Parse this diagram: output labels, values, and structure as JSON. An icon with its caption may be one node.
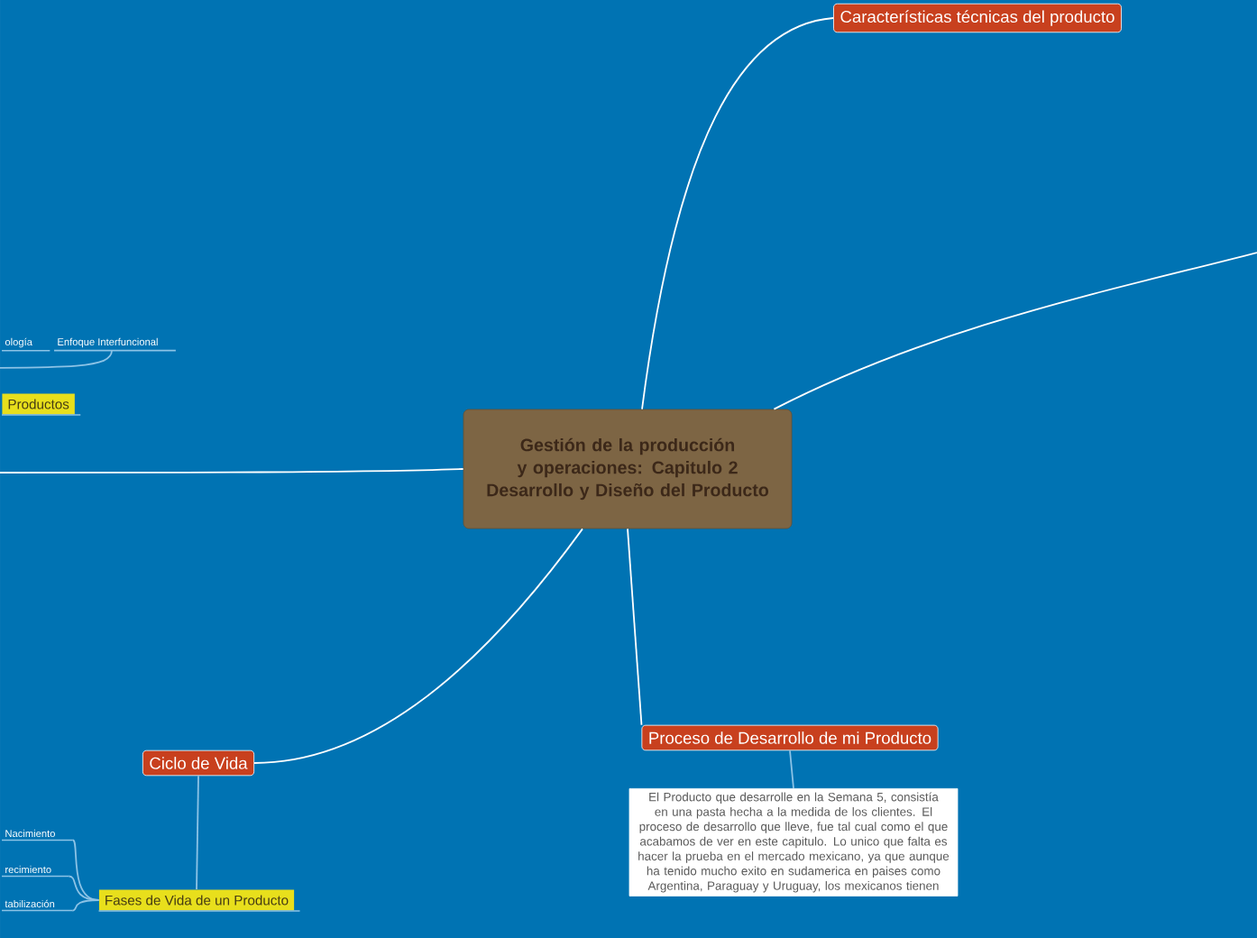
{
  "diagram": {
    "nodes": [
      {
        "text": [
          "Gestión de la producción y operaciones: Capitulo 2 Desarrollo y Diseño del Producto"
        ]
      },
      {
        "text": [
          "Características técnicas del producto"
        ]
      },
      {
        "text": [
          "Proceso de Desarrollo de mi Producto"
        ]
      },
      {
        "text": [
          "El Producto que desarrolle en la Semana 5, consistía en una pasta hecha a la medida de los clientes. El proceso de desarrollo que lleve, fue tal cual como el que acabamos de ver en este capitulo. Lo unico que falta es hacer la prueba en el mercado mexicano, ya que aunque ha tenido mucho exito en sudamerica en paises como Argentina, Paraguay y Uruguay, los mexicanos tienen"
        ]
      },
      {
        "text": [
          "Ciclo de Vida"
        ]
      },
      {
        "text": [
          "Fases de Vida de un Producto"
        ]
      },
      {
        "text": [
          "Nacimiento"
        ]
      },
      {
        "text": [
          "recimiento"
        ]
      },
      {
        "text": [
          "tabilización"
        ]
      },
      {
        "text": [
          "Productos"
        ]
      },
      {
        "text": [
          "ología"
        ]
      },
      {
        "text": [
          "Enfoque Interfuncional"
        ]
      }
    ],
    "edges": [
      {
        "from": 0,
        "to": 1,
        "arrow": "none",
        "color": "#ffffff"
      },
      {
        "from": 0,
        "to": null,
        "arrow": "none",
        "color": "#ffffff"
      },
      {
        "from": 0,
        "to": null,
        "arrow": "none",
        "color": "#ffffff"
      },
      {
        "from": 0,
        "to": 2,
        "arrow": "none",
        "color": "#ffffff"
      },
      {
        "from": 0,
        "to": 4,
        "arrow": "none",
        "color": "#ffffff"
      },
      {
        "from": 2,
        "to": 3,
        "arrow": "none"
      },
      {
        "from": 4,
        "to": 5,
        "arrow": "none"
      },
      {
        "from": 5,
        "to": 6,
        "arrow": "none"
      },
      {
        "from": 5,
        "to": 7,
        "arrow": "none"
      },
      {
        "from": 5,
        "to": 8,
        "arrow": "none"
      },
      {
        "from": 11,
        "to": null,
        "arrow": "none"
      }
    ]
  }
}
